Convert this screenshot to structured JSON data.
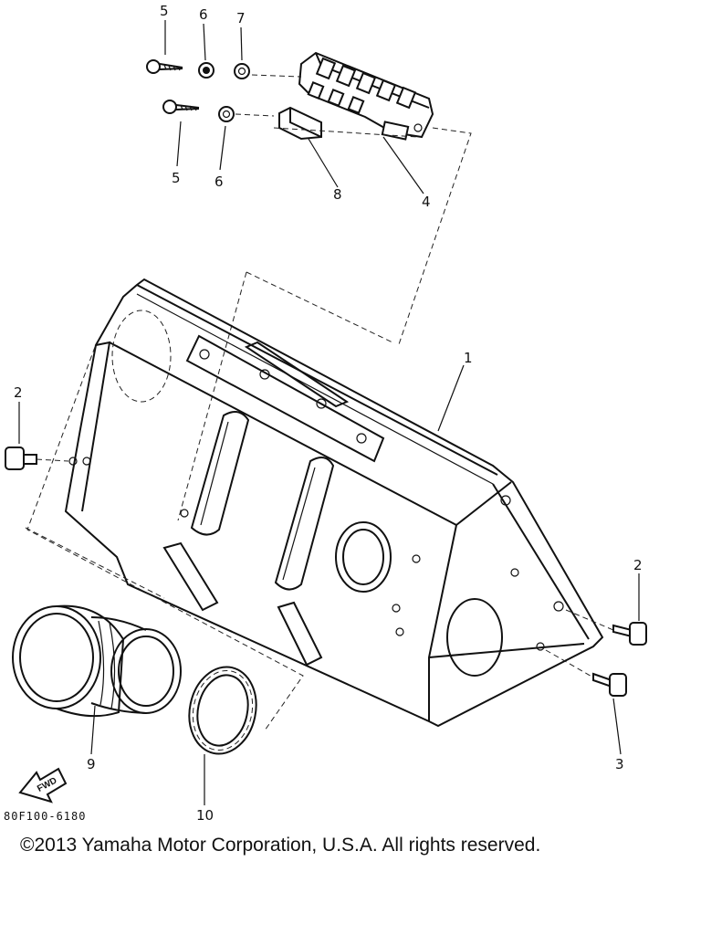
{
  "callouts": {
    "c1": "1",
    "c2_left": "2",
    "c2_right": "2",
    "c3": "3",
    "c4": "4",
    "c5_top": "5",
    "c5_bottom": "5",
    "c6_top": "6",
    "c6_bottom": "6",
    "c7": "7",
    "c8": "8",
    "c9": "9",
    "c10": "10"
  },
  "fwd_label": "FWD",
  "diagram_code": "80F100-6180",
  "copyright": "©2013 Yamaha Motor Corporation, U.S.A. All rights reserved."
}
